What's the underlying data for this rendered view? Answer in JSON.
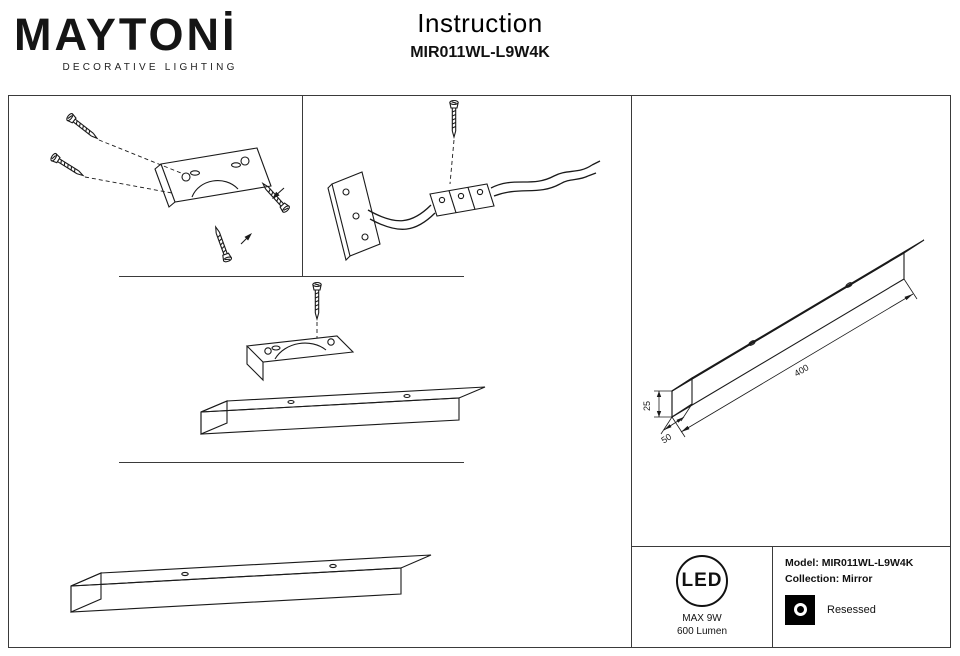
{
  "header": {
    "logo_text": "MAYTONİ",
    "logo_subtitle": "DECORATIVE LIGHTING",
    "title": "Instruction",
    "model_number": "MIR011WL-L9W4K"
  },
  "dimensions_diagram": {
    "length": "400",
    "depth": "50",
    "height": "25"
  },
  "led_badge": {
    "label": "LED",
    "max_power": "MAX 9W",
    "luminous_flux": "600 Lumen"
  },
  "product_info": {
    "model": "Model: MIR011WL-L9W4K",
    "collection": "Collection: Mirror",
    "mounting": "Resessed"
  }
}
